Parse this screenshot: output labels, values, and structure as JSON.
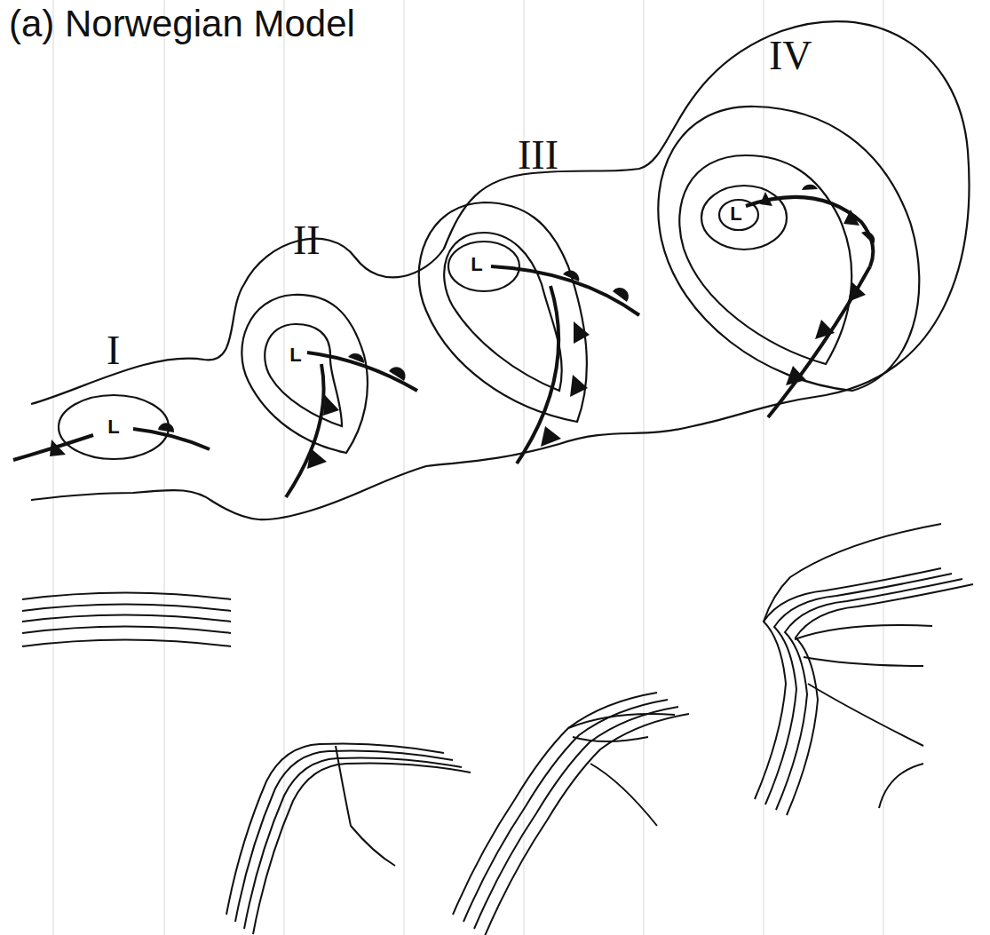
{
  "diagram": {
    "title": "(a) Norwegian Model",
    "labels": [
      "I",
      "II",
      "III",
      "IV",
      "L",
      "L",
      "L",
      "L"
    ]
  }
}
